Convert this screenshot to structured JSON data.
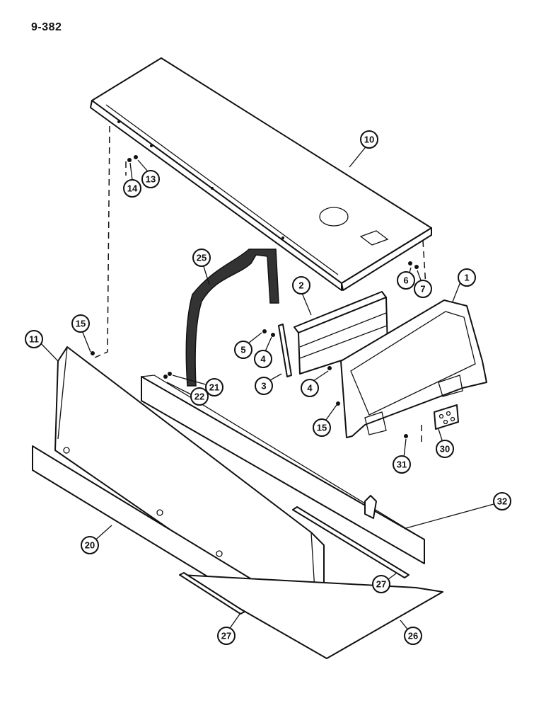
{
  "page": {
    "number": "9-382"
  },
  "callouts": [
    {
      "label": "1"
    },
    {
      "label": "2"
    },
    {
      "label": "3"
    },
    {
      "label": "4"
    },
    {
      "label": "4"
    },
    {
      "label": "5"
    },
    {
      "label": "6"
    },
    {
      "label": "7"
    },
    {
      "label": "10"
    },
    {
      "label": "11"
    },
    {
      "label": "13"
    },
    {
      "label": "14"
    },
    {
      "label": "15"
    },
    {
      "label": "15"
    },
    {
      "label": "20"
    },
    {
      "label": "21"
    },
    {
      "label": "22"
    },
    {
      "label": "25"
    },
    {
      "label": "26"
    },
    {
      "label": "27"
    },
    {
      "label": "27"
    },
    {
      "label": "30"
    },
    {
      "label": "31"
    },
    {
      "label": "32"
    }
  ]
}
